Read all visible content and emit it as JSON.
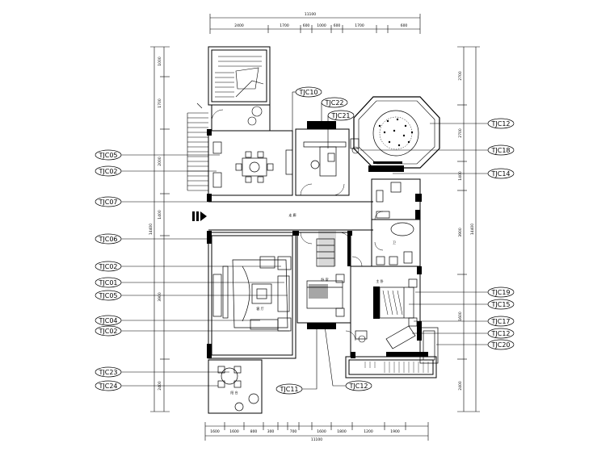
{
  "dimensions": {
    "top_total": "11100",
    "top": [
      "2400",
      "1700",
      "600",
      "1000",
      "600",
      "1700",
      "600"
    ],
    "bottom_total": "11100",
    "bottom": [
      "1600",
      "1600",
      "800",
      "300",
      "700",
      "1600",
      "1800",
      "1200",
      "1900"
    ],
    "left_total": "14400",
    "left": [
      "1000",
      "1700",
      "2000",
      "1400",
      "3900",
      "2400"
    ],
    "right_total": "14400",
    "right": [
      "2700",
      "2700",
      "1400",
      "3900",
      "1600",
      "2400"
    ]
  },
  "rooms": {
    "corridor": "走 廊",
    "living": "客 厅",
    "master": "主 卧",
    "bedroom": "卧 室",
    "bath": "卫",
    "balcony": "阳 台"
  },
  "tags_left": [
    "TJC05",
    "TJC02",
    "TJC07",
    "TJC06",
    "TJC02",
    "TJC01",
    "TJC05",
    "TJC04",
    "TJC02",
    "TJC23",
    "TJC24"
  ],
  "tags_right": [
    "TJC12",
    "TJC18",
    "TJC14",
    "TJC19",
    "TJC15",
    "TJC17",
    "TJC12",
    "TJC20"
  ],
  "tags_top": [
    "TJC10",
    "TJC22",
    "TJC21"
  ],
  "tags_bottom": [
    "TJC11",
    "TJC12"
  ]
}
